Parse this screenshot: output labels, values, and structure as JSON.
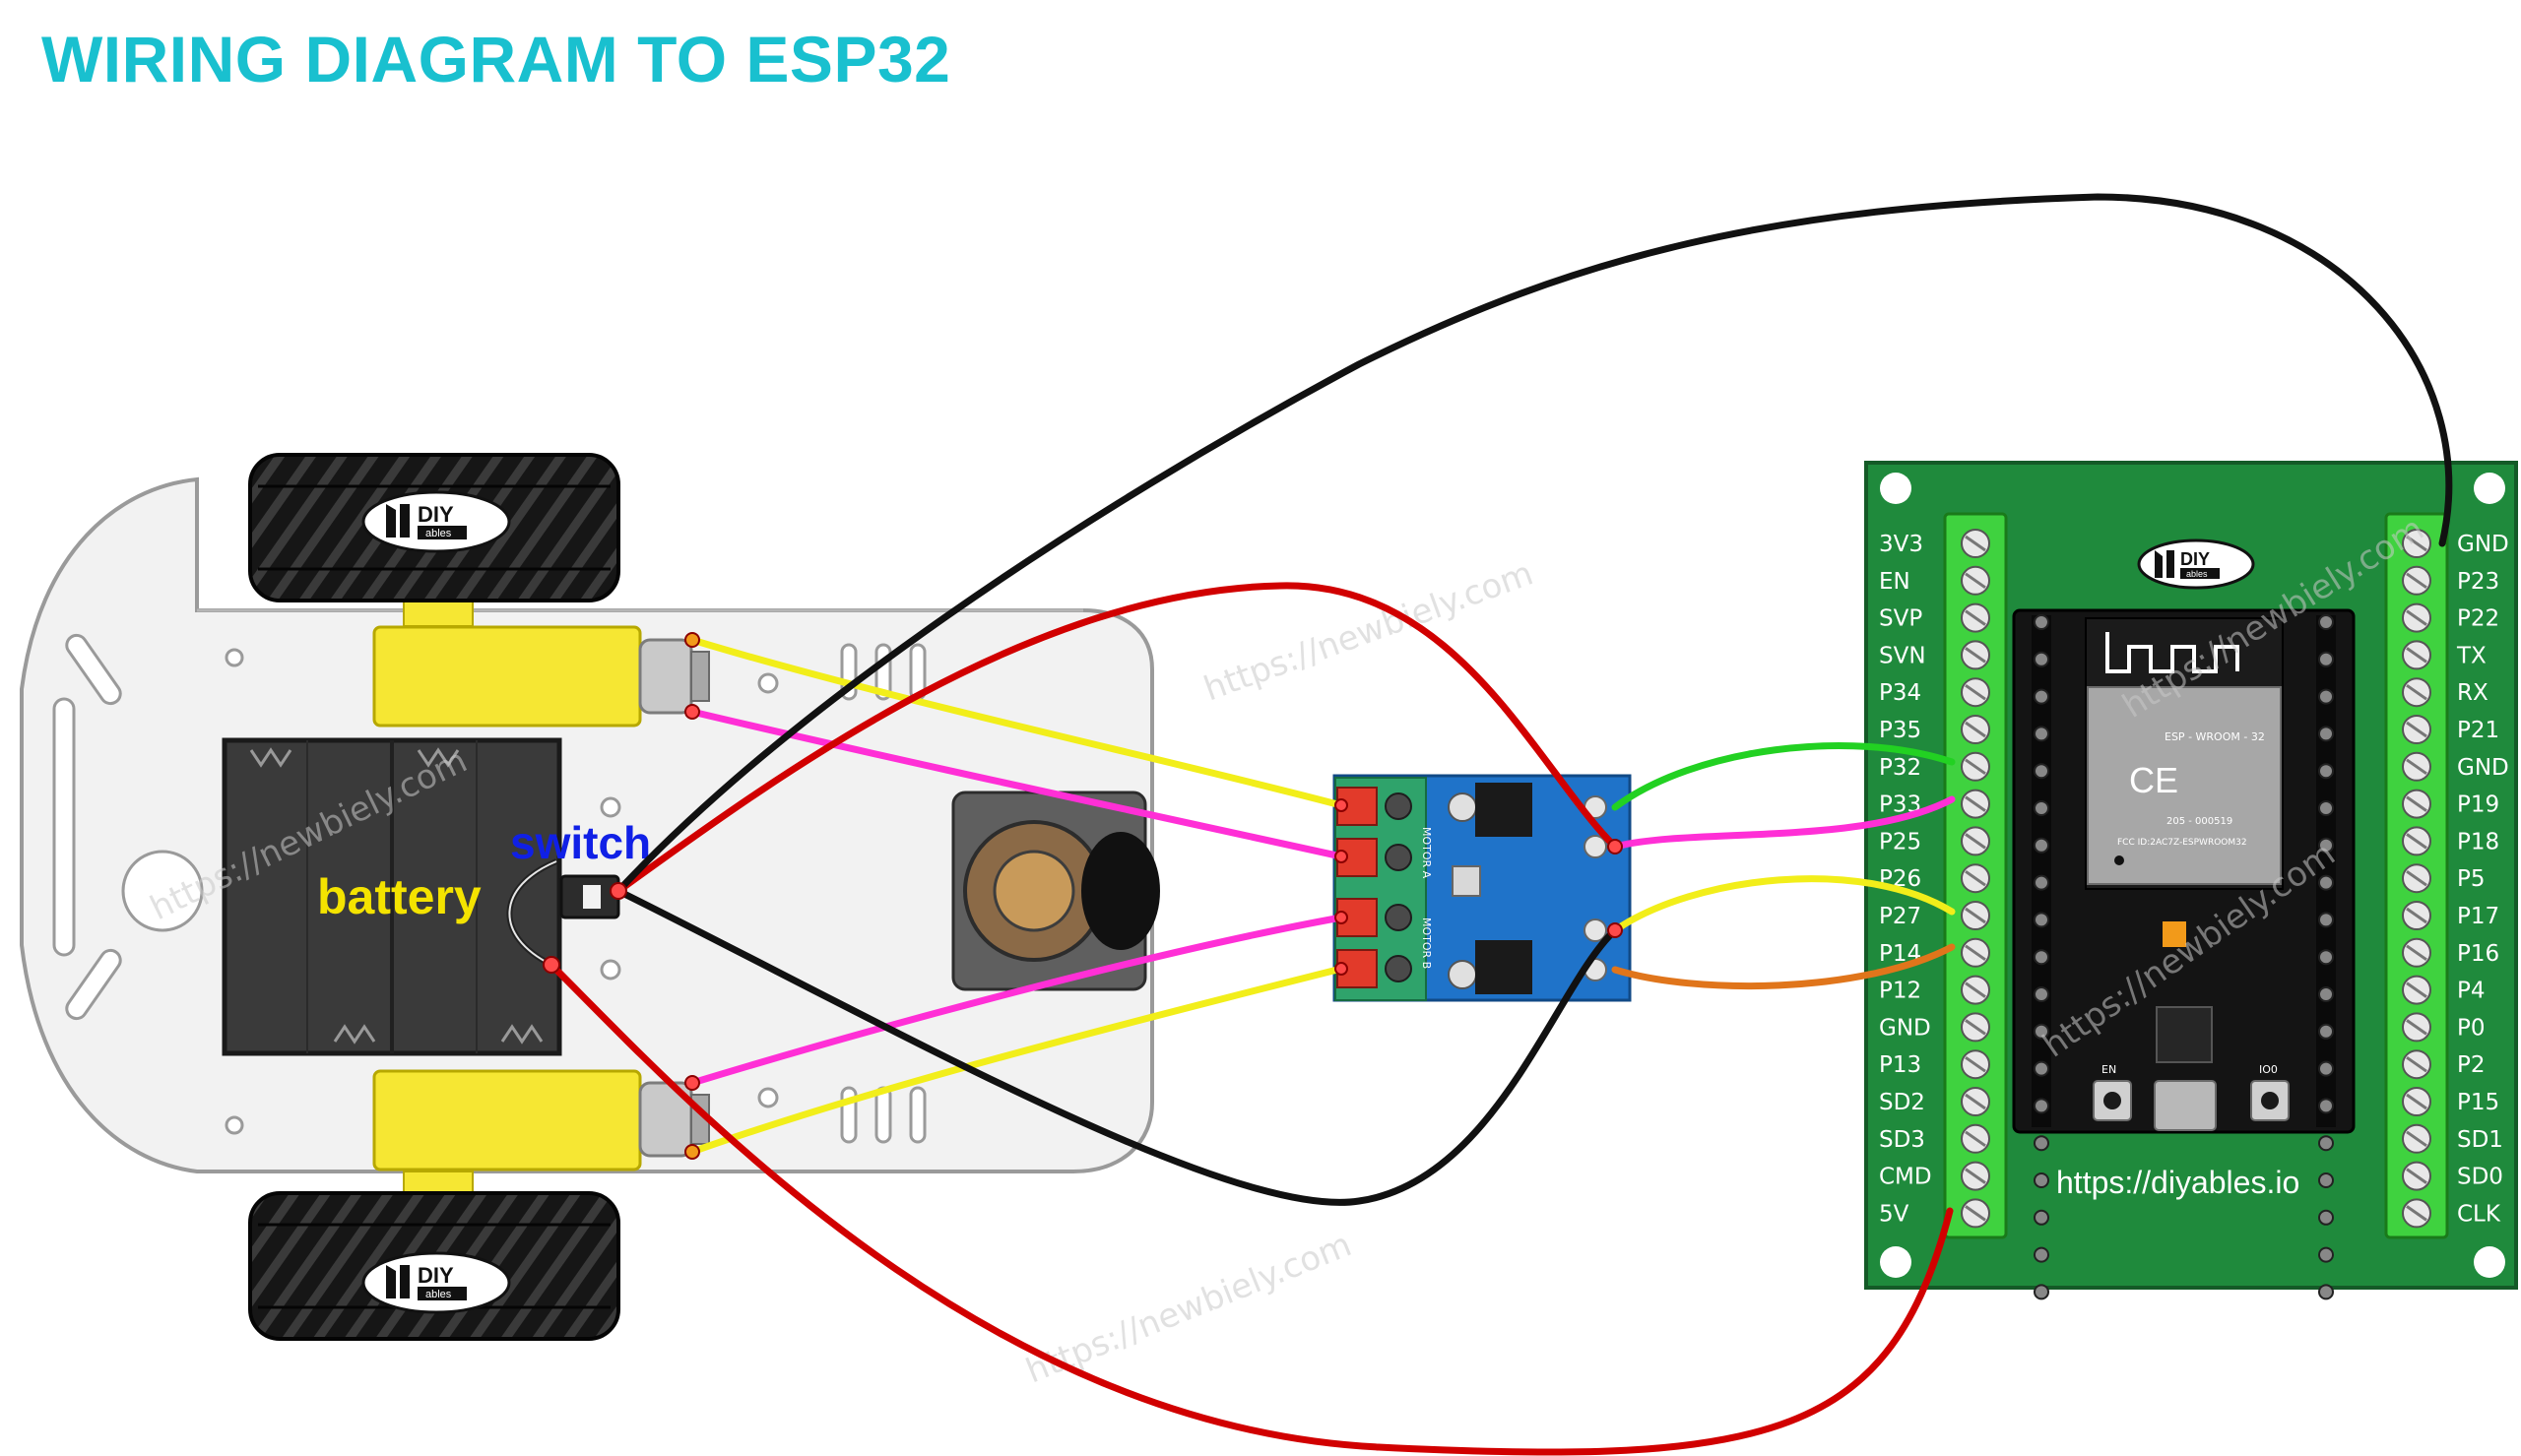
{
  "title": "WIRING DIAGRAM TO ESP32",
  "labels": {
    "battery": "battery",
    "switch": "switch"
  },
  "board_url": "https://diyables.io",
  "logo": {
    "line1": "DIY",
    "line2": "ables"
  },
  "watermark": "https://newbiely.com",
  "module": {
    "motor_a": "MOTOR A",
    "motor_b": "MOTOR B",
    "chip": "ESP - WROOM - 32",
    "fcc": "FCC ID:2AC7Z-ESPWROOM32",
    "cert": "205 - 000519",
    "btn_en": "EN",
    "btn_io0": "IO0"
  },
  "esp32": {
    "left_pins": [
      "3V3",
      "EN",
      "SVP",
      "SVN",
      "P34",
      "P35",
      "P32",
      "P33",
      "P25",
      "P26",
      "P27",
      "P14",
      "P12",
      "GND",
      "P13",
      "SD2",
      "SD3",
      "CMD",
      "5V"
    ],
    "right_pins": [
      "GND",
      "P23",
      "P22",
      "TX",
      "RX",
      "P21",
      "GND",
      "P19",
      "P18",
      "P5",
      "P17",
      "P16",
      "P4",
      "P0",
      "P2",
      "P15",
      "SD1",
      "SD0",
      "CLK"
    ]
  },
  "colors": {
    "title": "#19c0cf",
    "board": "#1f8a3c",
    "driver": "#1e73c8",
    "wire_red": "#d10000",
    "wire_black": "#111111",
    "wire_yellow": "#f2ee1a",
    "wire_magenta": "#ff2fd6",
    "wire_green": "#22d122",
    "wire_orange": "#e0751b"
  }
}
